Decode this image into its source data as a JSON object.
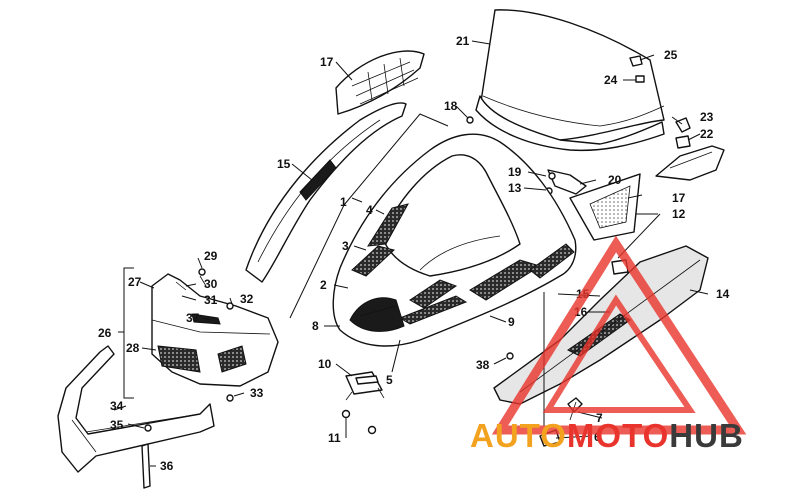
{
  "watermark": {
    "part1": "AUTO",
    "part2": "MOTO",
    "part3": "HUB",
    "color_orange": "#f3a21f",
    "color_red": "#e8342c",
    "color_dark": "#3a3a3a"
  },
  "callouts": {
    "c1": "1",
    "c2": "2",
    "c3": "3",
    "c4": "4",
    "c5": "5",
    "c6": "6",
    "c7": "7",
    "c8": "8",
    "c9": "9",
    "c10": "10",
    "c11": "11",
    "c12": "12",
    "c13": "13",
    "c14": "14",
    "c15a": "15",
    "c15b": "15",
    "c16": "16",
    "c17a": "17",
    "c17b": "17",
    "c18": "18",
    "c19": "19",
    "c20": "20",
    "c21": "21",
    "c22": "22",
    "c23": "23",
    "c24": "24",
    "c25": "25",
    "c26": "26",
    "c27": "27",
    "c28": "28",
    "c29": "29",
    "c30": "30",
    "c31": "31",
    "c32": "32",
    "c33": "33",
    "c34": "34",
    "c35": "35",
    "c36": "36",
    "c37": "37",
    "c38": "38"
  }
}
